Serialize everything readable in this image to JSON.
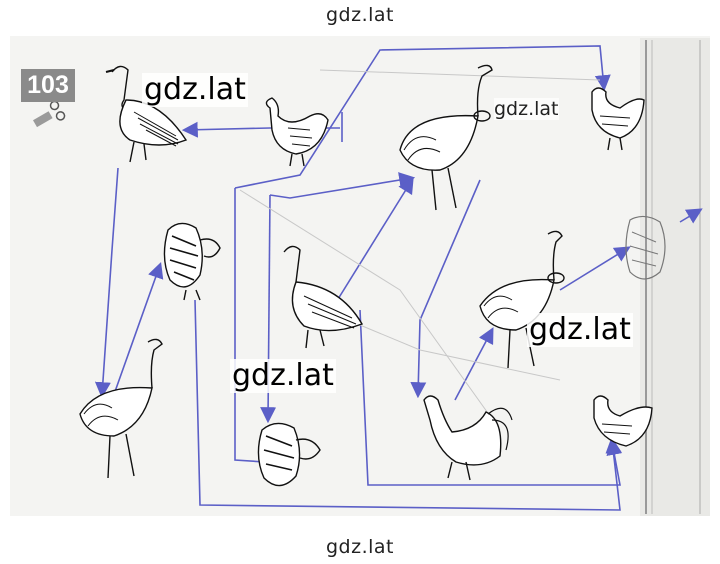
{
  "page": {
    "top_watermark": "gdz.lat",
    "bottom_watermark": "gdz.lat"
  },
  "exercise": {
    "number": "103",
    "badge_color": "#8a8a8a",
    "line_color": "#5b5fc7"
  },
  "overlays": {
    "goose": "gdz.lat",
    "hen_top_right": "gdz.lat",
    "ostrich_right": "gdz.lat",
    "turkey_center": "gdz.lat"
  },
  "icons": [
    "scissors-icon"
  ]
}
